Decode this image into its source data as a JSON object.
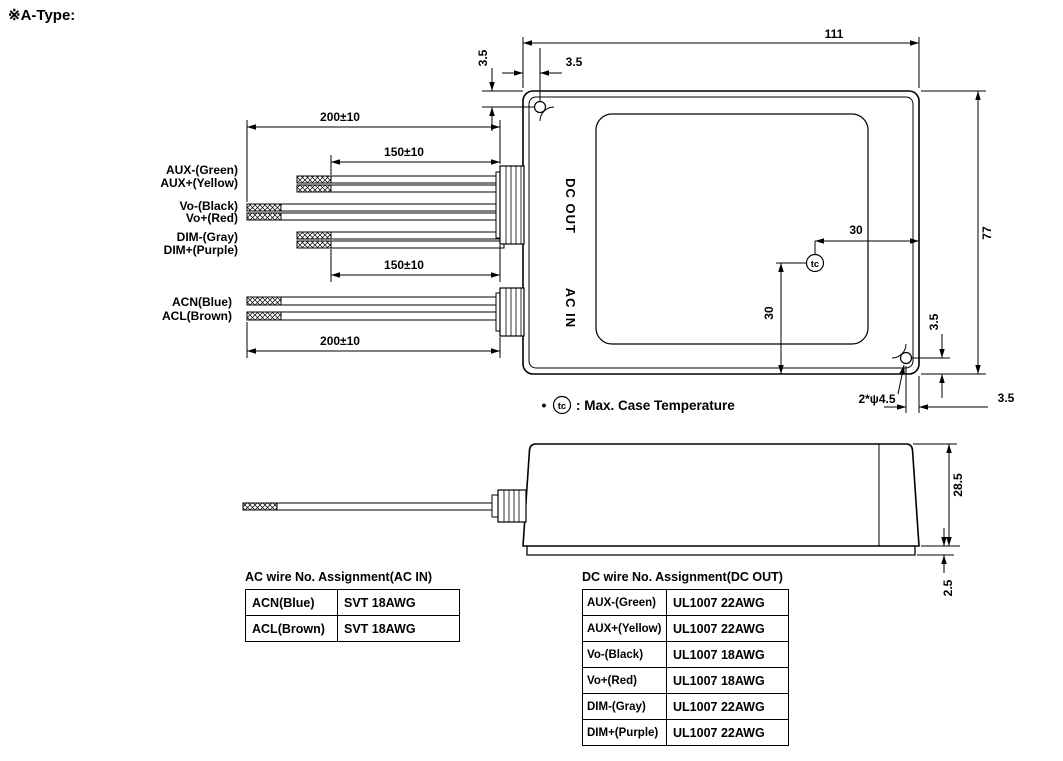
{
  "title": "※A-Type:",
  "top_view": {
    "dc_out": "DC OUT",
    "ac_in": "AC IN",
    "tc": "tc",
    "dc_wires": [
      "AUX-(Green)",
      "AUX+(Yellow)",
      "Vo-(Black)",
      "Vo+(Red)",
      "DIM-(Gray)",
      "DIM+(Purple)"
    ],
    "ac_wires": [
      "ACN(Blue)",
      "ACL(Brown)"
    ],
    "dims": {
      "body_width": "111",
      "body_height": "77",
      "hole_top": "3.5",
      "hole_left": "3.5",
      "tc_right": "30",
      "tc_bottom": "30",
      "hole_br_v": "3.5",
      "hole_br_h": "3.5",
      "hole_spec": "2*ψ4.5",
      "len_200_top": "200±10",
      "len_150_top": "150±10",
      "len_150_bottom": "150±10",
      "len_200_bottom": "200±10"
    }
  },
  "note": {
    "bullet": "•",
    "symbol": "tc",
    "text": ": Max. Case Temperature"
  },
  "side_view": {
    "dims": {
      "height": "28.5",
      "base": "2.5"
    }
  },
  "tables": {
    "ac": {
      "title": "AC wire No. Assignment(AC IN)",
      "rows": [
        [
          "ACN(Blue)",
          "SVT 18AWG"
        ],
        [
          "ACL(Brown)",
          "SVT 18AWG"
        ]
      ]
    },
    "dc": {
      "title": "DC wire No. Assignment(DC OUT)",
      "rows": [
        [
          "AUX-(Green)",
          "UL1007 22AWG"
        ],
        [
          "AUX+(Yellow)",
          "UL1007 22AWG"
        ],
        [
          "Vo-(Black)",
          "UL1007 18AWG"
        ],
        [
          "Vo+(Red)",
          "UL1007 18AWG"
        ],
        [
          "DIM-(Gray)",
          "UL1007 22AWG"
        ],
        [
          "DIM+(Purple)",
          "UL1007 22AWG"
        ]
      ]
    }
  }
}
